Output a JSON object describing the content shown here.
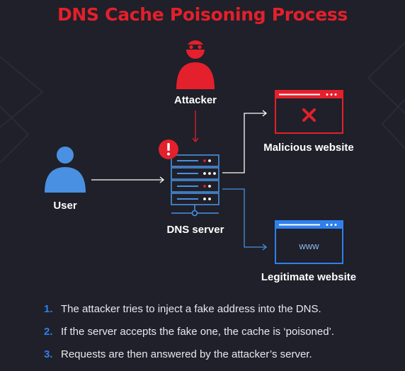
{
  "title": "DNS Cache Poisoning Process",
  "nodes": {
    "attacker": "Attacker",
    "user": "User",
    "dns_server": "DNS server",
    "malicious": "Malicious website",
    "legitimate": "Legitimate website",
    "www_text": "www"
  },
  "steps": [
    {
      "num": "1.",
      "text": "The attacker tries to inject a fake address into the DNS."
    },
    {
      "num": "2.",
      "text": "If the server accepts the fake one, the cache is ‘poisoned’."
    },
    {
      "num": "3.",
      "text": "Requests are then answered by the attacker’s server."
    }
  ],
  "colors": {
    "background": "#1f2029",
    "red": "#e3202c",
    "blue": "#2f80ed",
    "user_blue": "#4a90e2"
  },
  "icons": [
    "attacker-icon",
    "user-icon",
    "dns-server-icon",
    "alert-icon",
    "malicious-browser-icon",
    "legitimate-browser-icon"
  ]
}
